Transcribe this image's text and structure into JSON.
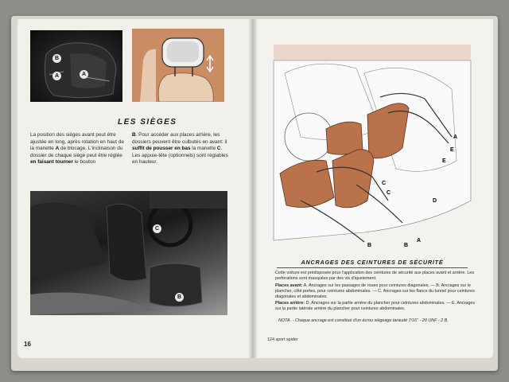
{
  "left_page": {
    "title": "LES SIÈGES",
    "col1": [
      {
        "t": "La position des sièges avant peut être ajustée en long, après rotation en haut de la manette "
      },
      {
        "t": "A",
        "b": true
      },
      {
        "t": " de blocage. L'incli­naison du dossier de chaque siège peut être réglée "
      },
      {
        "t": "en faisant tourner",
        "b": true
      },
      {
        "t": " le bou­ton"
      }
    ],
    "col2": [
      {
        "t": "B",
        "b": true
      },
      {
        "t": ". Pour accéder aux places arrière, les dossiers peuvent être culbutés en avant: il "
      },
      {
        "t": "suffit de pousser en bas",
        "b": true
      },
      {
        "t": " la manette "
      },
      {
        "t": "C",
        "b": true
      },
      {
        "t": ". Les appuie-tête (option­nels) sont réglables en hauteur."
      }
    ],
    "page_number": "16",
    "callouts": {
      "seat_photo": [
        "B",
        "A",
        "A"
      ],
      "interior_photo": [
        "C",
        "B"
      ]
    }
  },
  "right_page": {
    "diagram_labels": [
      "A",
      "E",
      "E",
      "C",
      "C",
      "D",
      "B",
      "A",
      "B"
    ],
    "title": "ANCRAGES DES CEINTURES DE SÉCURITÉ",
    "intro": "Cette voiture est prédisposée pour l'application des ceintures de sécurité aux places avant et arrière. Les perforations sont masquées par des vis d'ajustement.",
    "front_label": "Places avant:",
    "front_text": "A. Ancrages sur les passages de roues pour ceintures diagonales. — B. Ancrages sur le plancher, côté portes, pour ceintures abdominales. — C. Ancrages sur les flancs du tunnel pour ceintures diagonales et abdominales.",
    "rear_label": "Places arrière:",
    "rear_text": "D. Ancrages sur la partie arrière du plancher pour ceintures abdominales. — E. Ancrages sur la partie latérale arrière du plancher pour ceintures abdominales.",
    "nota": "NOTA. - Chaque ancrage est constitué d'un écrou siégeage taraudé 7/16\" - 20 UNF - 2 B.",
    "footer": "124 sport spider"
  },
  "colors": {
    "leather": "#b9724a",
    "headrest_bg": "#c98c63",
    "paper": "#f2f0ea"
  }
}
